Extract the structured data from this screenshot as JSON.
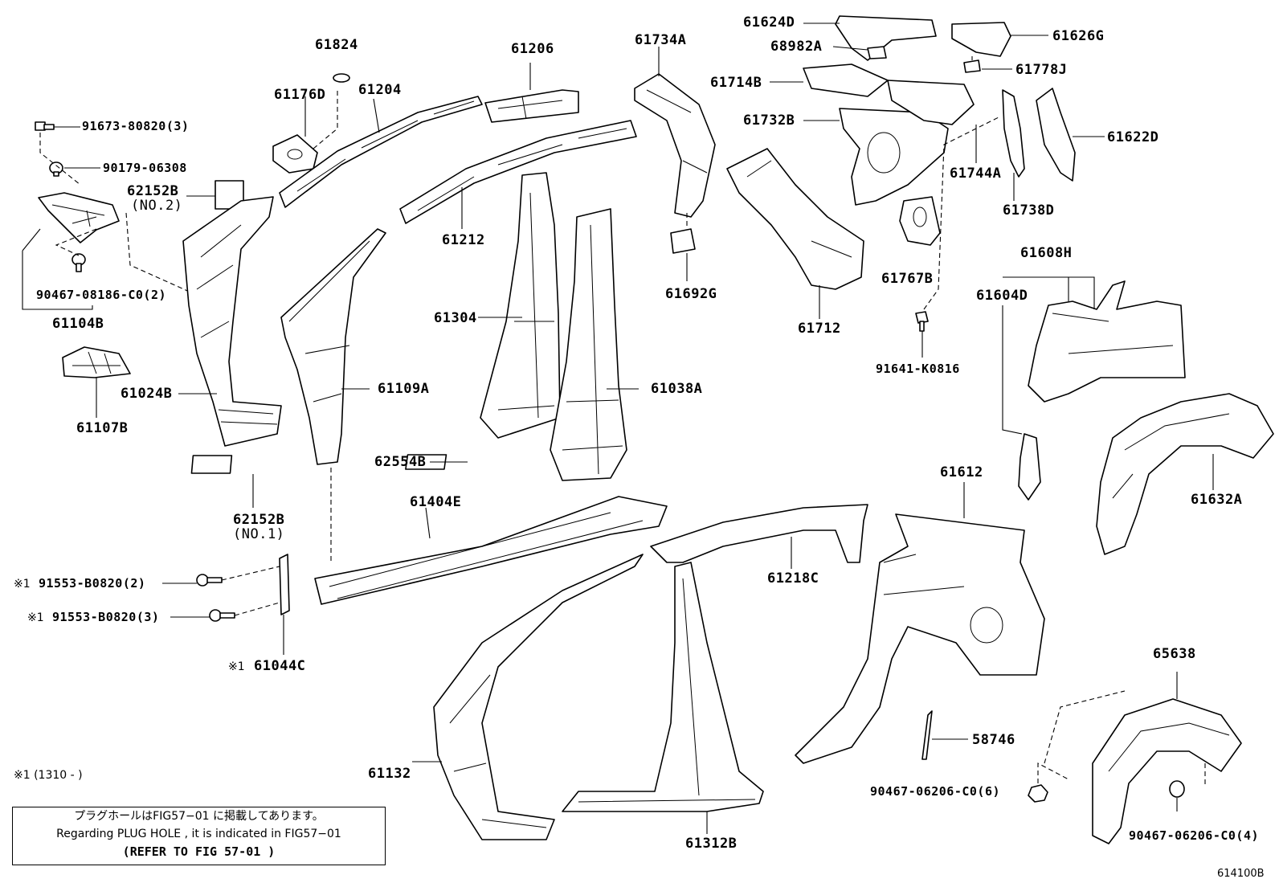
{
  "labels": {
    "p91673": "91673-80820(3)",
    "p90179": "90179-06308",
    "p62152b_2": "62152B",
    "p62152b_2_sub": "(NO.2)",
    "p90467_08186": "90467-08186-C0(2)",
    "p61104b": "61104B",
    "p61107b": "61107B",
    "p61824": "61824",
    "p61176d": "61176D",
    "p61204": "61204",
    "p61206": "61206",
    "p61212": "61212",
    "p61024b": "61024B",
    "p61109a": "61109A",
    "p61304": "61304",
    "p61038a": "61038A",
    "p62152b_1": "62152B",
    "p62152b_1_sub": "(NO.1)",
    "p62554b": "62554B",
    "p61404e": "61404E",
    "p91553_2": "91553-B0820(2)",
    "p91553_3": "91553-B0820(3)",
    "p61044c": "61044C",
    "mark1a": "※1",
    "mark1b": "※1",
    "mark1c": "※1",
    "p61734a": "61734A",
    "p61692g": "61692G",
    "p61624d": "61624D",
    "p68982a": "68982A",
    "p61714b": "61714B",
    "p61732b": "61732B",
    "p61712": "61712",
    "p61767b": "61767B",
    "p91641": "91641-K0816",
    "p61626g": "61626G",
    "p61778j": "61778J",
    "p61622d": "61622D",
    "p61744a": "61744A",
    "p61738d": "61738D",
    "p61608h": "61608H",
    "p61604d": "61604D",
    "p61632a": "61632A",
    "p61612": "61612",
    "p61218c": "61218C",
    "p61132": "61132",
    "p61312b": "61312B",
    "p58746": "58746",
    "p65638": "65638",
    "p90467_06206_6": "90467-06206-C0(6)",
    "p90467_06206_4": "90467-06206-C0(4)"
  },
  "footnote": "※1 (1310 -     )",
  "notebox": {
    "line1": "プラグホールはFIG57−01 に掲載してあります。",
    "line2": "Regarding PLUG HOLE , it is indicated in FIG57−01",
    "line3": "(REFER TO FIG 57-01 )"
  },
  "figure_code": "614100B"
}
